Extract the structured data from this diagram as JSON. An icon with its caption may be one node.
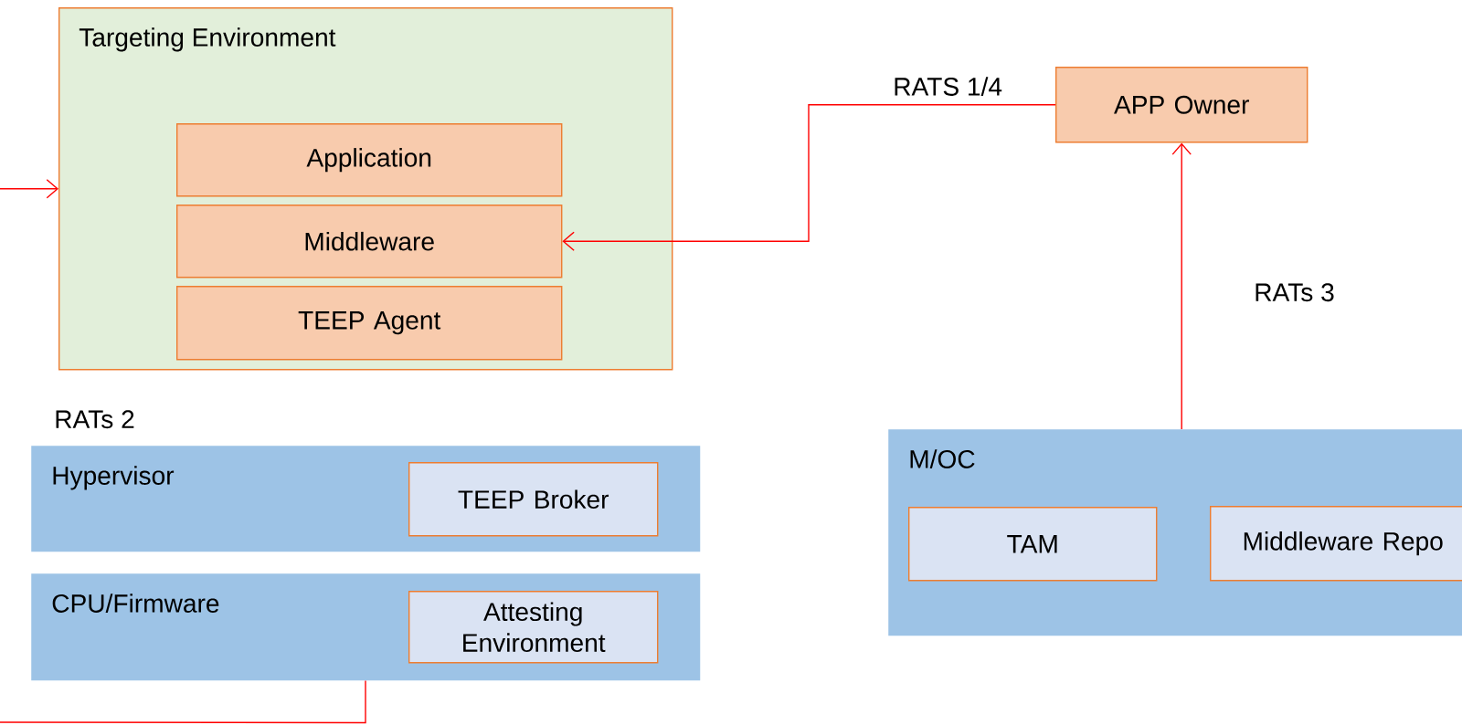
{
  "diagram": {
    "nodes": [
      {
        "text": [
          "Targeting Environment"
        ]
      },
      {
        "text": [
          "Application"
        ],
        "in": 0
      },
      {
        "text": [
          "Middleware"
        ],
        "in": 0
      },
      {
        "text": [
          "TEEP Agent"
        ],
        "in": 0
      },
      {
        "text": [
          "APP Owner"
        ]
      },
      {
        "text": [
          "Hypervisor"
        ]
      },
      {
        "text": [
          "TEEP Broker"
        ],
        "in": 5
      },
      {
        "text": [
          "CPU/Firmware"
        ]
      },
      {
        "text": [
          "Attesting Environment"
        ],
        "in": 7
      },
      {
        "text": [
          "M/OC"
        ]
      },
      {
        "text": [
          "TAM"
        ],
        "in": 9
      },
      {
        "text": [
          "Middleware Repo"
        ],
        "in": 9
      }
    ],
    "edges": [
      {
        "from": 4,
        "to": 2,
        "arrow": "to",
        "label": "RATS 1/4",
        "color": "#ff0000"
      },
      {
        "from": 9,
        "to": 4,
        "arrow": "to",
        "label": "RATs 3",
        "color": "#ff0000"
      },
      {
        "from": 7,
        "to": 0,
        "arrow": "to",
        "label": "RATs 2",
        "color": "#ff0000"
      }
    ]
  }
}
